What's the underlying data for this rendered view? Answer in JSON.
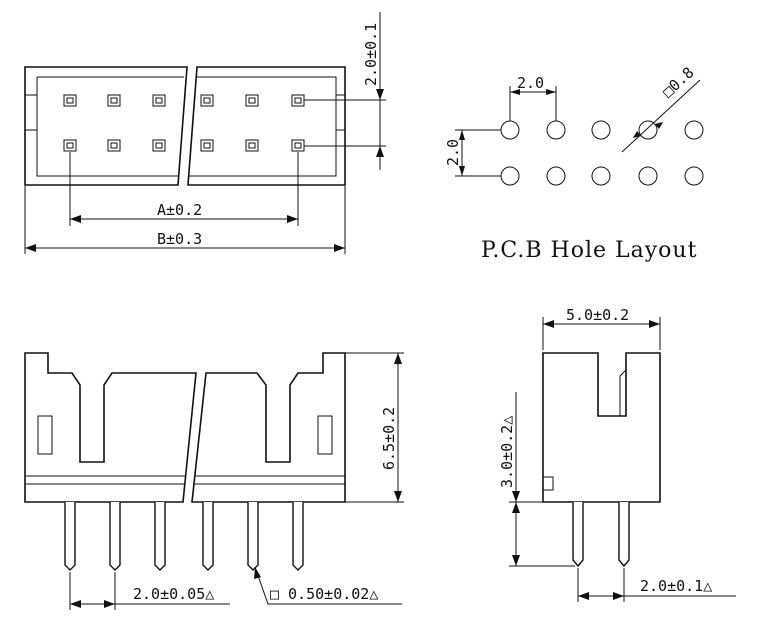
{
  "labels": {
    "top_pitch_vertical": "2.0±0.1",
    "dim_a": "A±0.2",
    "dim_b": "B±0.3",
    "hole_pitch_horizontal": "2.0",
    "hole_pitch_vertical": "2.0",
    "hole_size": "□0.8",
    "pcb_title": "P.C.B Hole Layout",
    "front_height": "6.5±0.2",
    "front_pitch": "2.0±0.05△",
    "pin_size": "□ 0.50±0.02△",
    "side_width": "5.0±0.2",
    "side_pin_length": "3.0±0.2△",
    "side_pitch": "2.0±0.1△"
  },
  "colors": {
    "line": "#111111",
    "background": "#ffffff"
  }
}
